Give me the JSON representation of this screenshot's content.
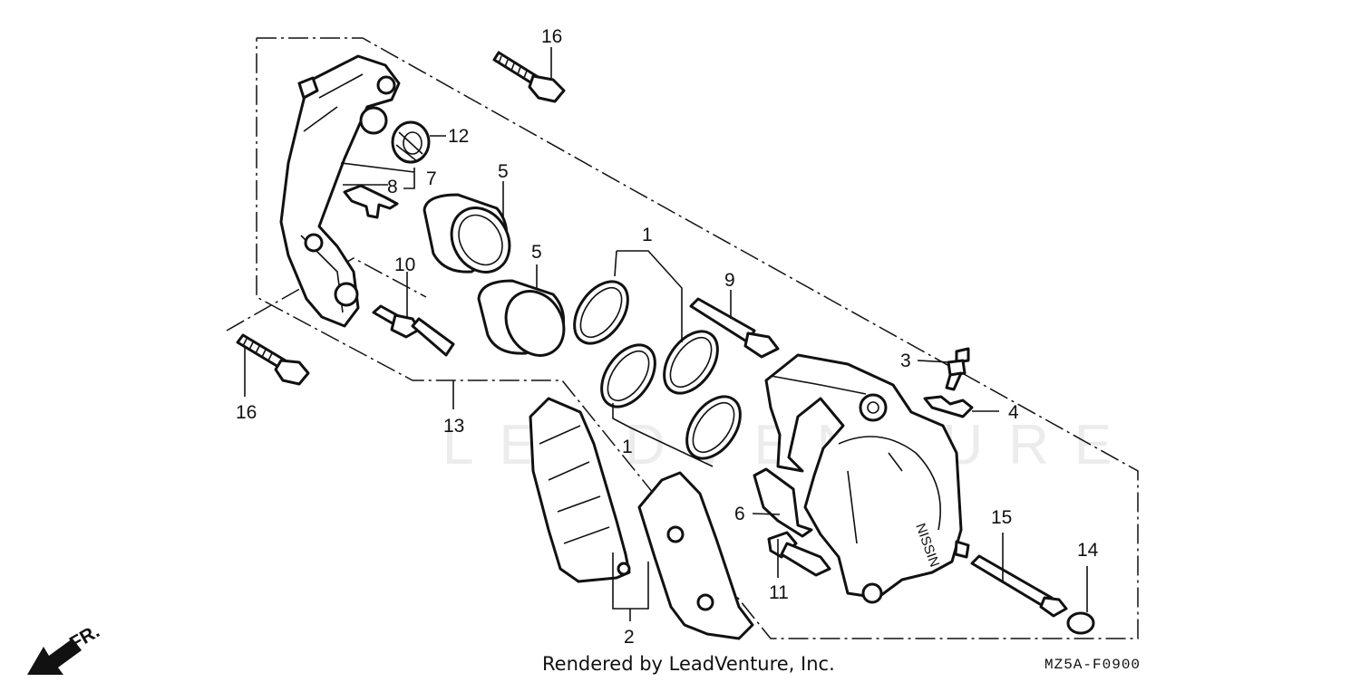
{
  "diagram": {
    "part_labels": [
      {
        "id": "p16a",
        "text": "16"
      },
      {
        "id": "p12",
        "text": "12"
      },
      {
        "id": "p7",
        "text": "7"
      },
      {
        "id": "p8",
        "text": "8"
      },
      {
        "id": "p5a",
        "text": "5"
      },
      {
        "id": "p5b",
        "text": "5"
      },
      {
        "id": "p1a",
        "text": "1"
      },
      {
        "id": "p10",
        "text": "10"
      },
      {
        "id": "p9",
        "text": "9"
      },
      {
        "id": "p3",
        "text": "3"
      },
      {
        "id": "p4",
        "text": "4"
      },
      {
        "id": "p16b",
        "text": "16"
      },
      {
        "id": "p13",
        "text": "13"
      },
      {
        "id": "p1b",
        "text": "1"
      },
      {
        "id": "p6",
        "text": "6"
      },
      {
        "id": "p15",
        "text": "15"
      },
      {
        "id": "p14",
        "text": "14"
      },
      {
        "id": "p11",
        "text": "11"
      },
      {
        "id": "p2",
        "text": "2"
      }
    ],
    "direction_label": "FR.",
    "caliper_marking": "NISSIN",
    "watermark": "LEADVENTURE"
  },
  "footer": {
    "rendered_by": "Rendered by LeadVenture, Inc.",
    "diagram_code": "MZ5A-F0900"
  }
}
